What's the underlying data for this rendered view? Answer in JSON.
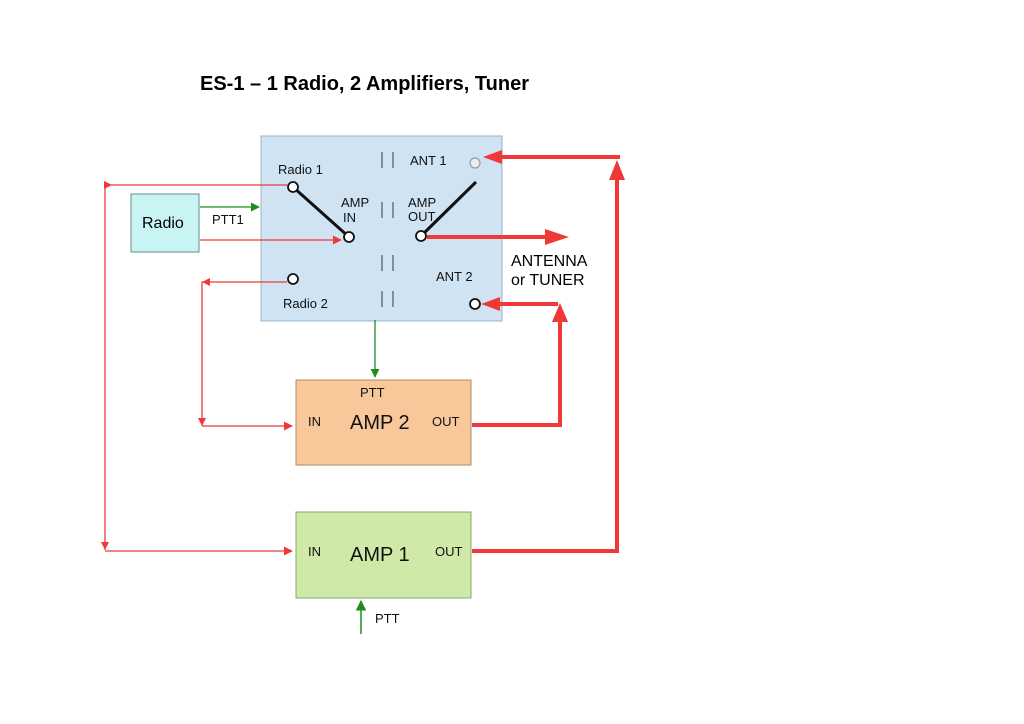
{
  "title": "ES-1 – 1 Radio, 2 Amplifiers, Tuner",
  "colors": {
    "switch_box": "#cfe3f3",
    "radio_box": "#c9f4f4",
    "amp2_box": "#f8c79a",
    "amp1_box": "#cfe9a8",
    "rf_line": "#f03838",
    "ptt_line": "#1e8c1e"
  },
  "switch_box": {
    "radio1_label": "Radio 1",
    "radio2_label": "Radio 2",
    "amp_in_line1": "AMP",
    "amp_in_line2": "IN",
    "amp_out_line1": "AMP",
    "amp_out_line2": "OUT",
    "ant1_label": "ANT 1",
    "ant2_label": "ANT 2"
  },
  "radio": {
    "label": "Radio",
    "ptt_label": "PTT1"
  },
  "antenna": {
    "line1": "ANTENNA",
    "line2": "or TUNER"
  },
  "amp2": {
    "name": "AMP 2",
    "in_label": "IN",
    "out_label": "OUT",
    "ptt_label": "PTT"
  },
  "amp1": {
    "name": "AMP 1",
    "in_label": "IN",
    "out_label": "OUT",
    "ptt_label": "PTT"
  }
}
